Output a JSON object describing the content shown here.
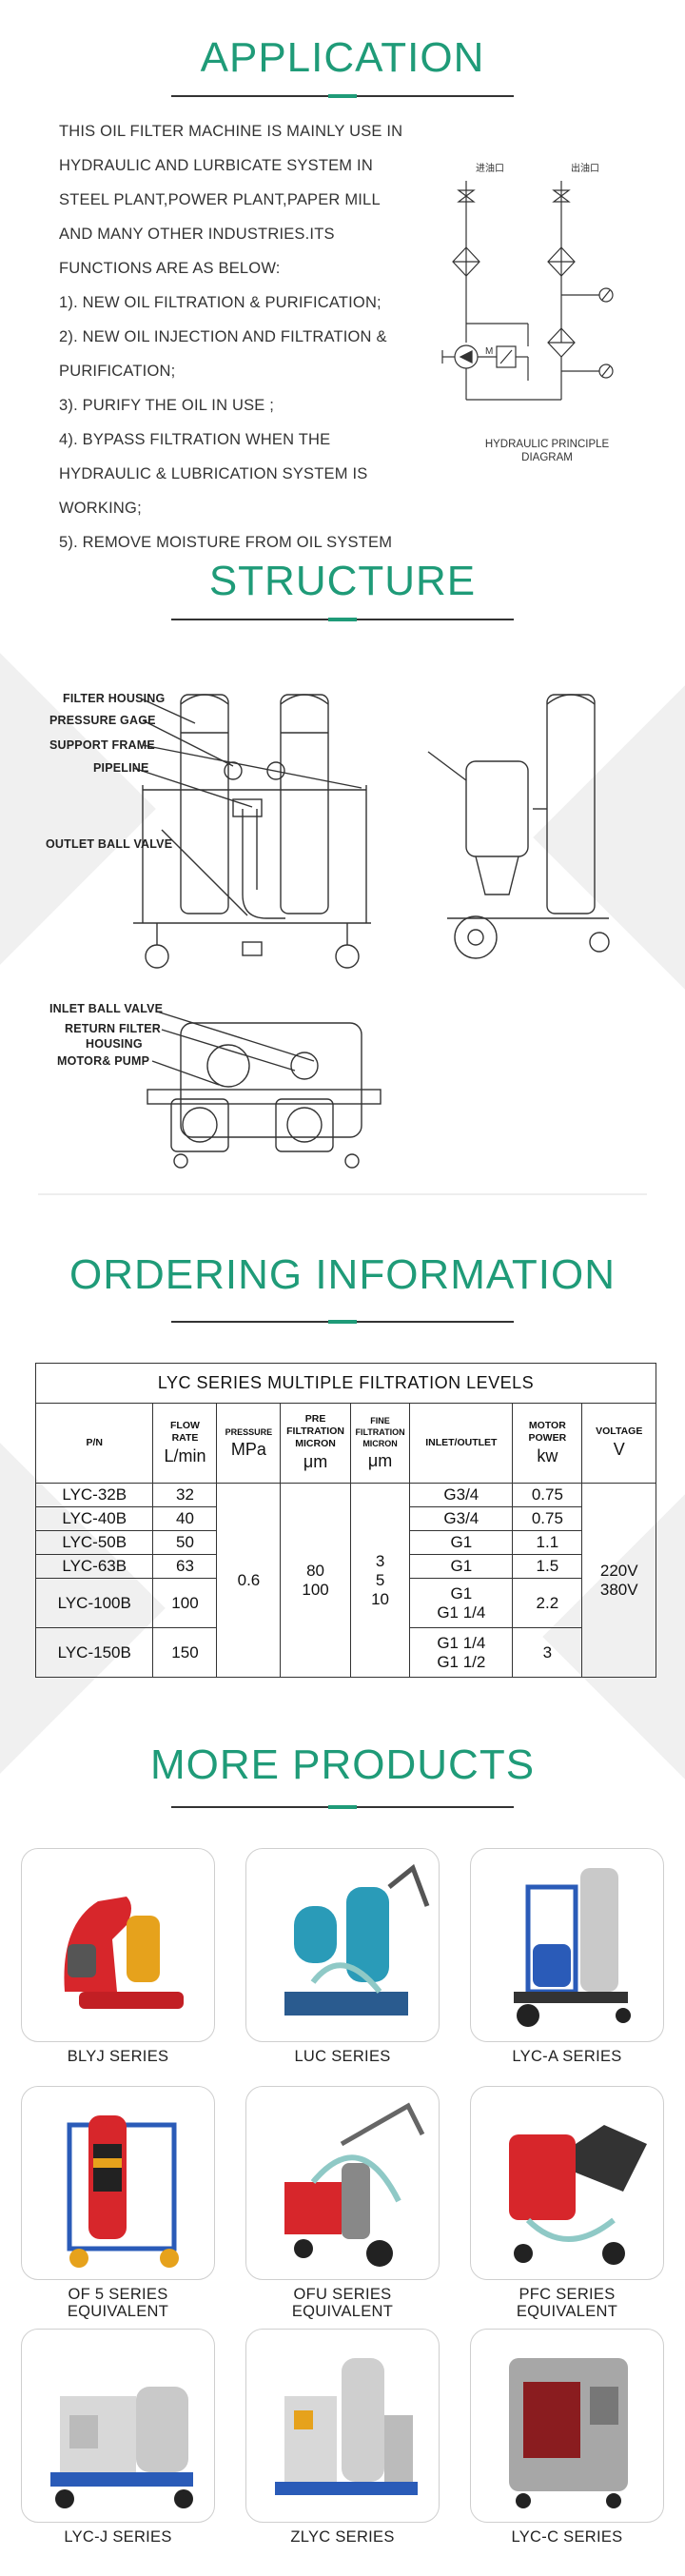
{
  "application": {
    "title": "APPLICATION",
    "lines": [
      "THIS OIL FILTER MACHINE IS MAINLY USE IN",
      "HYDRAULIC AND LURBICATE SYSTEM IN",
      "STEEL PLANT,POWER PLANT,PAPER MILL",
      "AND MANY OTHER INDUSTRIES.ITS",
      "FUNCTIONS ARE AS BELOW:",
      "1). NEW OIL FILTRATION & PURIFICATION;",
      "2). NEW OIL INJECTION AND FILTRATION &",
      "PURIFICATION;",
      "3). PURIFY THE OIL IN USE ;",
      "4). BYPASS FILTRATION WHEN THE",
      "HYDRAULIC & LUBRICATION SYSTEM IS",
      "WORKING;",
      "5). REMOVE MOISTURE FROM OIL SYSTEM"
    ],
    "diagram_caption_1": "HYDRAULIC PRINCIPLE",
    "diagram_caption_2": "DIAGRAM",
    "diagram_label_left": "进油口",
    "diagram_label_right": "出油口",
    "motor_label": "M"
  },
  "structure": {
    "title": "STRUCTURE",
    "labels": {
      "filter_housing": "FILTER HOUSING",
      "pressure_gage": "PRESSURE GAGE",
      "support_frame": "SUPPORT FRAME",
      "pipeline": "PIPELINE",
      "outlet_ball_valve": "OUTLET BALL VALVE",
      "inlet_ball_valve": "INLET BALL VALVE",
      "return_filter_1": "RETURN FILTER",
      "return_filter_2": "HOUSING",
      "motor_pump": "MOTOR& PUMP"
    }
  },
  "ordering": {
    "title": "ORDERING INFORMATION",
    "table_title": "LYC SERIES MULTIPLE FILTRATION LEVELS",
    "headers": {
      "pn": "P/N",
      "flow": "FLOW",
      "rate": "RATE",
      "flow_unit": "L/min",
      "pressure": "PRESSURE",
      "pressure_unit": "MPa",
      "pre": "PRE",
      "pre_filtration": "FILTRATION",
      "pre_micron": "MICRON",
      "pre_unit": "μm",
      "fine": "FINE",
      "fine_filtration": "FILTRATION",
      "fine_micron": "MICRON",
      "fine_unit": "μm",
      "inlet_outlet": "INLET/OUTLET",
      "motor": "MOTOR",
      "power": "POWER",
      "motor_unit": "kw",
      "voltage": "VOLTAGE",
      "voltage_unit": "V"
    },
    "rows": [
      {
        "pn": "LYC-32B",
        "flow": "32",
        "io": "G3/4",
        "power": "0.75"
      },
      {
        "pn": "LYC-40B",
        "flow": "40",
        "io": "G3/4",
        "power": "0.75"
      },
      {
        "pn": "LYC-50B",
        "flow": "50",
        "io": "G1",
        "power": "1.1"
      },
      {
        "pn": "LYC-63B",
        "flow": "63",
        "io": "G1",
        "power": "1.5"
      },
      {
        "pn": "LYC-100B",
        "flow": "100",
        "io": "G1",
        "io2": "G1 1/4",
        "power": "2.2"
      },
      {
        "pn": "LYC-150B",
        "flow": "150",
        "io": "G1 1/4",
        "io2": "G1 1/2",
        "power": "3"
      }
    ],
    "shared": {
      "pressure": "0.6",
      "pre_1": "80",
      "pre_2": "100",
      "fine_1": "3",
      "fine_2": "5",
      "fine_3": "10",
      "volt_1": "220V",
      "volt_2": "380V"
    }
  },
  "products": {
    "title": "MORE PRODUCTS",
    "items": [
      {
        "name": "BLYJ SERIES",
        "name2": ""
      },
      {
        "name": "LUC SERIES",
        "name2": ""
      },
      {
        "name": "LYC-A SERIES",
        "name2": ""
      },
      {
        "name": "OF 5 SERIES",
        "name2": "EQUIVALENT"
      },
      {
        "name": "OFU SERIES",
        "name2": "EQUIVALENT"
      },
      {
        "name": "PFC SERIES",
        "name2": "EQUIVALENT"
      },
      {
        "name": "LYC-J SERIES",
        "name2": ""
      },
      {
        "name": "ZLYC SERIES",
        "name2": ""
      },
      {
        "name": "LYC-C SERIES",
        "name2": ""
      }
    ]
  },
  "colors": {
    "accent": "#1f9b78",
    "text": "#333333",
    "rule": "#333333"
  }
}
